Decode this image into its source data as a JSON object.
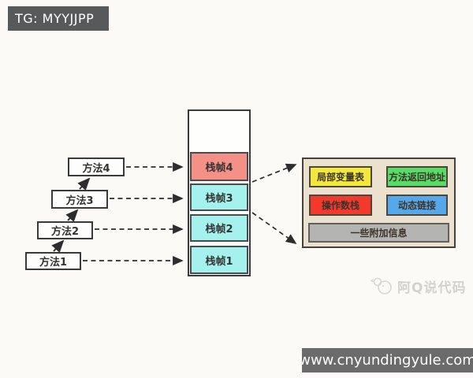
{
  "header_badge": {
    "label": "TG: MYYJJPP"
  },
  "diagram": {
    "methods": [
      {
        "label": "方法4"
      },
      {
        "label": "方法3"
      },
      {
        "label": "方法2"
      },
      {
        "label": "方法1"
      }
    ],
    "stack": {
      "frames": [
        {
          "label": "栈帧4",
          "color": "#f59086"
        },
        {
          "label": "栈帧3",
          "color": "#a5f1ed"
        },
        {
          "label": "栈帧2",
          "color": "#a5f1ed"
        },
        {
          "label": "栈帧1",
          "color": "#a5f1ed"
        }
      ]
    },
    "frame_detail": {
      "cells": [
        {
          "label": "局部变量表",
          "color": "#f3e93b"
        },
        {
          "label": "方法返回地址",
          "color": "#57dd66"
        },
        {
          "label": "操作数栈",
          "color": "#f2392b"
        },
        {
          "label": "动态链接",
          "color": "#55a9ea"
        },
        {
          "label": "一些附加信息",
          "color": "#b4b4b2"
        }
      ]
    }
  },
  "watermark": {
    "label": "阿Q说代码"
  },
  "footer_bar": {
    "label": "www.cnyundingyule.com"
  }
}
